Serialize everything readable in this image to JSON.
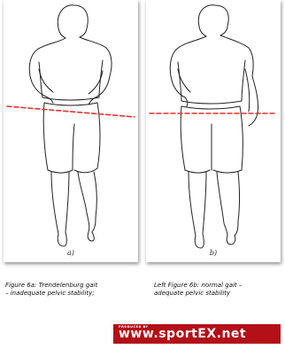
{
  "figure_a": {
    "letter": "a)",
    "caption_line1": "Figure 6a: Trendelenburg gait",
    "caption_line2": "– inadequate pelvic stability;"
  },
  "figure_b": {
    "letter": "b)",
    "caption_line1": "Left Figure 6b: normal gait –",
    "caption_line2": "adequate pelvic stability"
  },
  "logo": {
    "small_text": "PRODUCED BY",
    "main_text": "www.sportEX.net",
    "color": "#b31018"
  },
  "pelvic_line_color": "#e2332f"
}
